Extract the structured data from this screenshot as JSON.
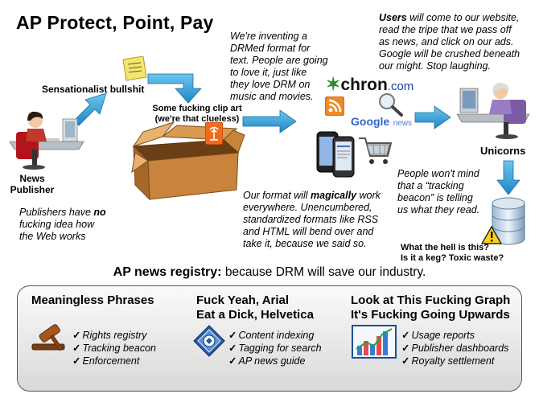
{
  "title": "AP Protect, Point, Pay",
  "labels": {
    "sensationalist": "Sensationalist bullshit",
    "clipart_line1": "Some fucking clip art",
    "clipart_line2": "(we're that clueless)",
    "news_line1": "News",
    "news_line2": "Publisher",
    "unicorns": "Unicorns",
    "keg_line1": "What the hell is this?",
    "keg_line2": "Is it a keg? Toxic waste?"
  },
  "notes": {
    "drm": [
      "We're inventing a",
      "DRMed format for",
      "text. People are going",
      "to love it, just like",
      "they love DRM on",
      "music and movies."
    ],
    "users": {
      "emph": "Users",
      "lines": [
        " will come to our website,",
        "read the tripe that we pass off",
        "as news, and click on our ads.",
        "Google will be crushed beneath",
        "our might. Stop laughing."
      ]
    },
    "publishers": {
      "pre": "Publishers have ",
      "emph": "no",
      "post": "",
      "lines": [
        "fucking idea how",
        "the Web works"
      ]
    },
    "format": {
      "pre": "Our format will ",
      "emph": "magically",
      "post": " work",
      "lines": [
        "everywhere. Unencumbered,",
        "standardized formats like RSS",
        "and HTML will bend over and",
        "take it, because we said so."
      ]
    },
    "beacon": [
      "People won't mind",
      "that a “tracking",
      "beacon” is telling",
      "us what they read."
    ]
  },
  "logos": {
    "chron": "chron",
    "chron_dotcom": ".com",
    "google": "Google",
    "google_news": "news"
  },
  "registry": {
    "bold": "AP news registry:",
    "rest": " because DRM will save our industry."
  },
  "panel": {
    "columns": [
      {
        "head": [
          "Meaningless Phrases"
        ],
        "items": [
          "Rights registry",
          "Tracking beacon",
          "Enforcement"
        ]
      },
      {
        "head": [
          "Fuck Yeah, Arial",
          "Eat a Dick, Helvetica"
        ],
        "items": [
          "Content indexing",
          "Tagging for search",
          "AP news guide"
        ]
      },
      {
        "head": [
          "Look at This Fucking Graph",
          "It's Fucking Going Upwards"
        ],
        "items": [
          "Usage reports",
          "Publisher dashboards",
          "Royalty settlement"
        ]
      }
    ]
  },
  "colors": {
    "arrow": "#3aa6dc",
    "box": "#c9843c",
    "panel_bg": "#e6e6e6",
    "rss": "#f08a24",
    "google_blue": "#3366cc"
  }
}
